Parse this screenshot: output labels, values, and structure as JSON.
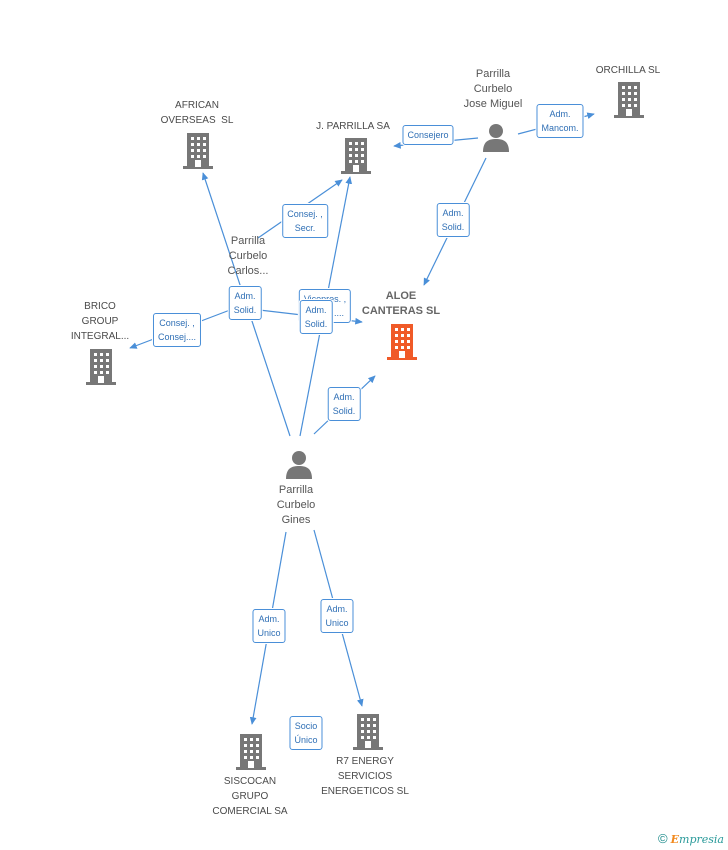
{
  "nodes": {
    "african_overseas": "AFRICAN\nOVERSEAS  SL",
    "j_parrilla": "J. PARRILLA SA",
    "orchilla": "ORCHILLA SL",
    "parrilla_jose_miguel": "Parrilla\nCurbelo\nJose Miguel",
    "parrilla_carlos": "Parrilla\nCurbelo\nCarlos...",
    "brico_group": "BRICO\nGROUP\nINTEGRAL...",
    "aloe_canteras": "ALOE\nCANTERAS SL",
    "parrilla_gines": "Parrilla\nCurbelo\nGines",
    "siscocan": "SISCOCAN\nGRUPO\nCOMERCIAL SA",
    "r7_energy": "R7 ENERGY\nSERVICIOS\nENERGETICOS SL"
  },
  "edge_labels": {
    "consejero": [
      "Consejero"
    ],
    "adm_mancom": [
      "Adm.",
      "Mancom."
    ],
    "consej_secr": [
      "Consej. ,",
      "Secr."
    ],
    "adm_solid_jm": [
      "Adm.",
      "Solid."
    ],
    "adm_solid_carlos": [
      "Adm.",
      "Solid."
    ],
    "consej_brico": [
      "Consej. ,",
      "Consej...."
    ],
    "vicepres": [
      "Vicepres. ,",
      "Consej...."
    ],
    "adm_solid_jparrilla": [
      "Adm.",
      "Solid."
    ],
    "adm_solid_gines": [
      "Adm.",
      "Solid."
    ],
    "adm_unico_siscocan": [
      "Adm.",
      "Unico"
    ],
    "adm_unico_r7": [
      "Adm.",
      "Unico"
    ],
    "socio_unico": [
      "Socio",
      "Único"
    ]
  },
  "colors": {
    "edge": "#4a8fd8",
    "company_icon": "#777777",
    "focus_icon": "#f05a28",
    "person_icon": "#777777"
  },
  "icons": {
    "company": "building-icon",
    "person": "person-icon"
  },
  "footer": {
    "copyright": "©",
    "brand_e": "E",
    "brand_rest": "mpresia"
  }
}
